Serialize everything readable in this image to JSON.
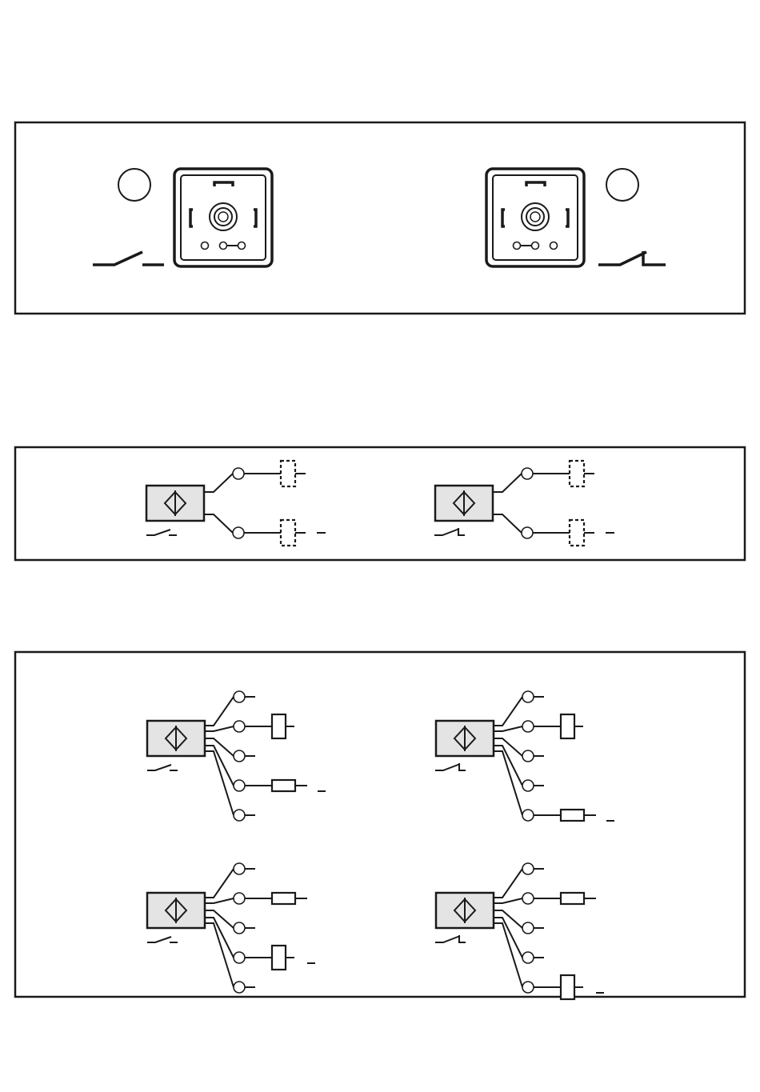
{
  "diagrams": {
    "connector_panel": {
      "left": {
        "pin_marker": "",
        "contact": "normally-open"
      },
      "right": {
        "pin_marker": "",
        "contact": "normally-closed"
      }
    },
    "two_wire_panel": {
      "left": {
        "contact": "normally-open",
        "terminal_labels": [
          "",
          ""
        ]
      },
      "right": {
        "contact": "normally-closed",
        "terminal_labels": [
          "",
          ""
        ]
      }
    },
    "four_wire_panel": {
      "top_left": {
        "contact": "normally-open"
      },
      "top_right": {
        "contact": "normally-closed"
      },
      "bottom_left": {
        "contact": "normally-open"
      },
      "bottom_right": {
        "contact": "normally-closed"
      }
    }
  },
  "icons": {
    "sensor": "inductive-sensor-icon",
    "no_contact": "normally-open-contact-icon",
    "nc_contact": "normally-closed-contact-icon",
    "coil": "load-coil-icon",
    "resistor": "load-resistor-icon"
  }
}
